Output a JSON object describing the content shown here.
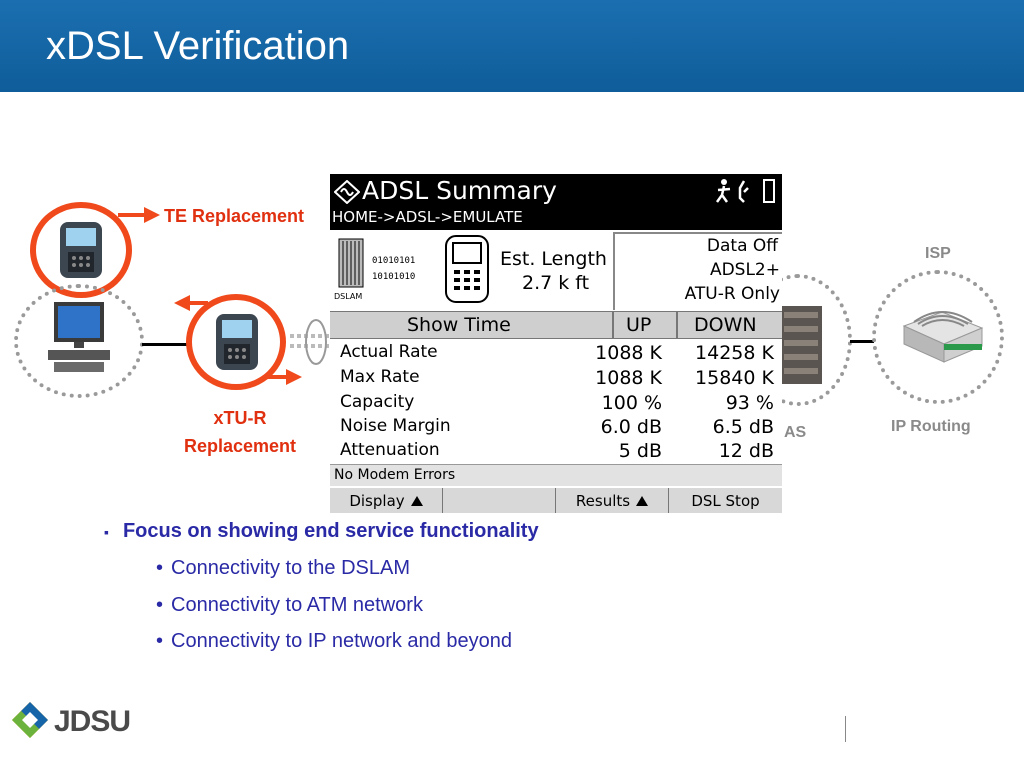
{
  "slide": {
    "title": "xDSL Verification"
  },
  "diagram": {
    "te_label": "TE Replacement",
    "xtur_label_line1": "xTU-R",
    "xtur_label_line2": "Replacement",
    "isp_label": "ISP",
    "ip_routing_label": "IP Routing",
    "bras_label_partial": "AS"
  },
  "screen": {
    "title": "ADSL Summary",
    "breadcrumb": "HOME->ADSL->EMULATE",
    "dslam_bits_1": "01010101",
    "dslam_bits_2": "10101010",
    "dslam_label": "DSLAM",
    "est_length_label": "Est. Length",
    "est_length_value": "2.7 k ft",
    "status_lines": [
      "Data Off",
      "ADSL2+",
      "ATU-R Only"
    ],
    "table_header": {
      "name": "Show Time",
      "up": "UP",
      "down": "DOWN"
    },
    "rows": [
      {
        "label": "Actual Rate",
        "up": "1088 K",
        "down": "14258 K"
      },
      {
        "label": "Max Rate",
        "up": "1088 K",
        "down": "15840 K"
      },
      {
        "label": "Capacity",
        "up": "100 %",
        "down": "93 %"
      },
      {
        "label": "Noise Margin",
        "up": "6.0 dB",
        "down": "6.5 dB"
      },
      {
        "label": "Attenuation",
        "up": "5 dB",
        "down": "12 dB"
      }
    ],
    "status_message": "No Modem Errors",
    "buttons": {
      "display": "Display",
      "results": "Results",
      "dsl_stop": "DSL Stop"
    }
  },
  "bullets": {
    "main": "Focus on showing end service functionality",
    "subs": [
      "Connectivity to the DSLAM",
      "Connectivity to ATM network",
      "Connectivity to IP network and beyond"
    ]
  },
  "brand": {
    "logo_text": "JDSU"
  },
  "colors": {
    "title_bar": "#1565a8",
    "accent_red": "#f04a1c",
    "bullet_blue": "#2a2aa6"
  }
}
